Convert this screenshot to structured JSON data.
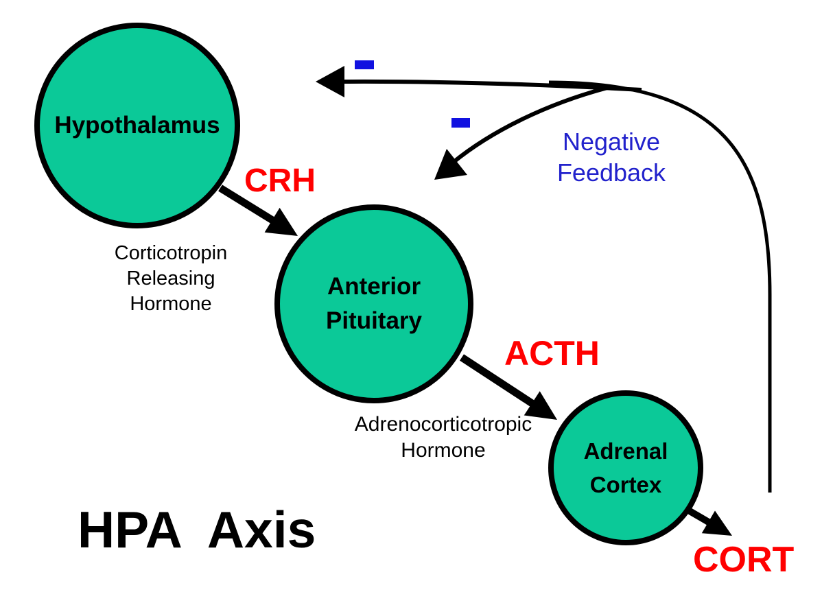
{
  "diagram_title": "HPA  Axis",
  "nodes": {
    "hypothalamus": {
      "label": "Hypothalamus"
    },
    "anterior_pituitary": {
      "line1": "Anterior",
      "line2": "Pituitary"
    },
    "adrenal_cortex": {
      "line1": "Adrenal",
      "line2": "Cortex"
    }
  },
  "hormones": {
    "crh": {
      "abbr": "CRH",
      "full_line1": "Corticotropin",
      "full_line2": "Releasing",
      "full_line3": "Hormone"
    },
    "acth": {
      "abbr": "ACTH",
      "full_line1": "Adrenocorticotropic",
      "full_line2": "Hormone"
    },
    "cort": {
      "abbr": "CORT"
    }
  },
  "feedback": {
    "line1": "Negative",
    "line2": "Feedback",
    "minus_symbol": "-"
  },
  "colors": {
    "background": "#FFFFFF",
    "node_fill": "#0BC998",
    "node_border": "#000000",
    "hormone_label": "#FF0000",
    "feedback_text": "#2222CC",
    "minus_sign": "#1111E0",
    "arrow": "#000000"
  }
}
